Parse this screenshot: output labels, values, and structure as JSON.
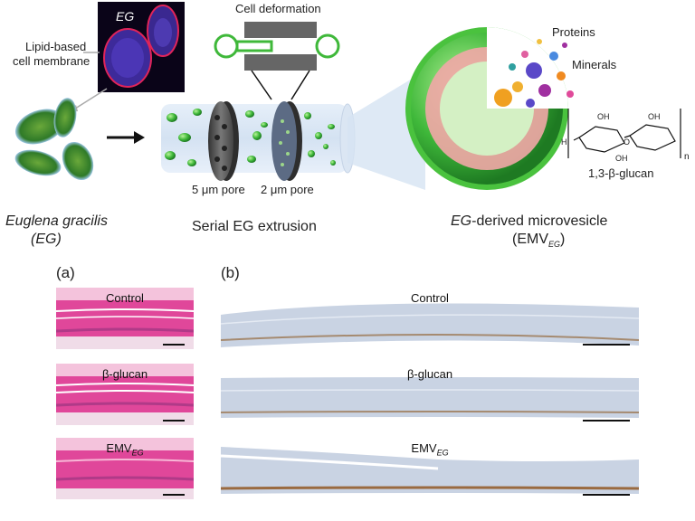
{
  "top": {
    "eg_image_label": "EG",
    "membrane_label_line1": "Lipid-based",
    "membrane_label_line2": "cell membrane",
    "deformation_label": "Cell deformation",
    "pore1_label": "5 μm pore",
    "pore2_label": "2 μm pore",
    "proteins_label": "Proteins",
    "minerals_label": "Minerals",
    "glucan_label": "1,3-β-glucan",
    "oh_label": "OH",
    "h_label": "H",
    "o_label": "O",
    "n_label": "n",
    "organism_name_line1": "Euglena gracilis",
    "organism_name_line2": "(EG)",
    "process_label": "Serial EG extrusion",
    "product_label_prefix": "EG",
    "product_label_suffix": "-derived microvesicle",
    "product_abbrev_prefix": "(EMV",
    "product_abbrev_sub": "EG",
    "product_abbrev_suffix": ")"
  },
  "panel_a": {
    "title": "(a)",
    "tiles": [
      {
        "label": "Control"
      },
      {
        "label": "β-glucan"
      },
      {
        "label_main": "EMV",
        "label_sub": "EG"
      }
    ]
  },
  "panel_b": {
    "title": "(b)",
    "tiles": [
      {
        "label": "Control"
      },
      {
        "label": "β-glucan"
      },
      {
        "label_main": "EMV",
        "label_sub": "EG"
      }
    ]
  },
  "colors": {
    "he_stain": "#e0479a",
    "ihc_background": "#c9d3e3",
    "vesicle_green": "#3fb83a",
    "lipid_pink": "#f2a7a7"
  }
}
